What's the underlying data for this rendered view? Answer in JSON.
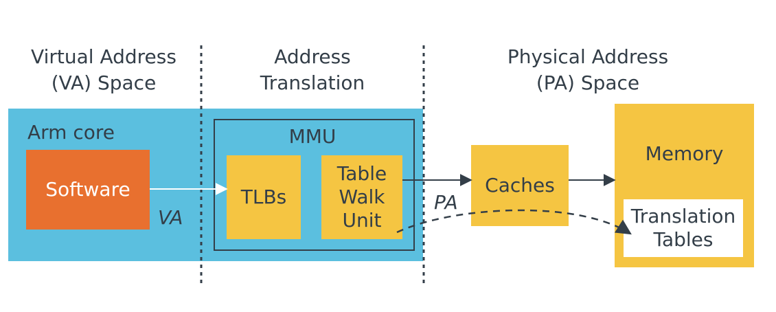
{
  "headers": {
    "va_space": [
      "Virtual Address",
      "(VA) Space"
    ],
    "translation": [
      "Address",
      "Translation"
    ],
    "pa_space": [
      "Physical Address",
      "(PA) Space"
    ]
  },
  "core": {
    "label": "Arm core"
  },
  "software": {
    "label": "Software"
  },
  "mmu": {
    "label": "MMU",
    "tlbs": "TLBs",
    "table_walk": [
      "Table",
      "Walk",
      "Unit"
    ]
  },
  "caches": {
    "label": "Caches"
  },
  "memory": {
    "label": "Memory",
    "tables": [
      "Translation",
      "Tables"
    ]
  },
  "arrow_labels": {
    "va": "VA",
    "pa": "PA"
  },
  "colors": {
    "core_bg": "#5bbfdf",
    "software": "#e8702f",
    "block": "#f5c542",
    "line": "#333e48"
  }
}
